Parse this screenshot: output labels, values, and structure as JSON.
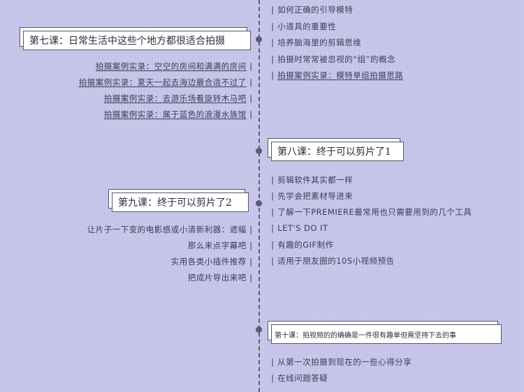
{
  "lesson7": {
    "title": "第七课：日常生活中这些个地方都很适合拍摄",
    "items": [
      "拍摄案例实录：空空的房间和满满的房间",
      "拍摄案例实录：夏天一起去海边最合适不过了",
      "拍摄案例实录：去游乐场看旋转木马吧",
      "拍摄案例实录：属于蓝色的浪漫水族馆"
    ]
  },
  "lesson6_items": [
    "如何正确的引导模特",
    "小道具的重要性",
    "培养脑海里的剪辑思维",
    "拍摄时常常被忽视的“组”的概念",
    "拍摄案例实录：模特单组拍摄思路"
  ],
  "lesson8": {
    "title": "第八课：终于可以剪片了1",
    "items": [
      "剪辑软件其实都一样",
      "先学会把素材导进来",
      "了解一下PREMIERE最常用也只需要用到的几个工具",
      "LET'S DO IT",
      "有趣的GIF制作",
      "适用于朋友圈的10S小视频预告"
    ]
  },
  "lesson9": {
    "title": "第九课：终于可以剪片了2",
    "items": [
      "让片子一下变的电影感或小清新利器：遮幅",
      "那么来点字幕吧",
      "实用各类小插件推荐",
      "把成片导出来吧"
    ]
  },
  "lesson10": {
    "title": "第十课：拍视频的的确确是一件很有趣单但需坚持下去的事",
    "items": [
      "从第一次拍摄到现在的一些心得分享",
      "在线问题答疑"
    ]
  },
  "colors": {
    "background": "#c5c3e8",
    "line": "#5a5d78",
    "text": "#3b3d59"
  }
}
